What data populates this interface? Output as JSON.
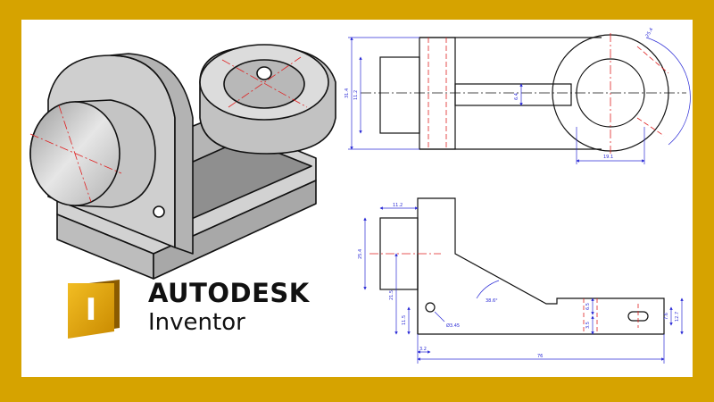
{
  "brand": {
    "company": "AUTODESK",
    "product": "Inventor",
    "logo_letter": "I",
    "logo_color_top": "#f2bd23",
    "logo_color_bottom": "#8a5b00"
  },
  "colors": {
    "frame": "#d6a300",
    "dimension": "#2b2bd6",
    "centerline": "#e02020",
    "outline": "#111111",
    "shade": "#c9c9c9"
  },
  "top_view": {
    "dim_labels": [
      "31.4",
      "11.2",
      "6.4",
      "19.1",
      "25.4"
    ]
  },
  "front_view": {
    "dim_labels": [
      "11.2",
      "25.4",
      "38.6°",
      "21.5",
      "11.5",
      "Ø3.45",
      "3.2",
      "6.5",
      "3.5",
      "7.6",
      "12.7",
      "76"
    ]
  }
}
